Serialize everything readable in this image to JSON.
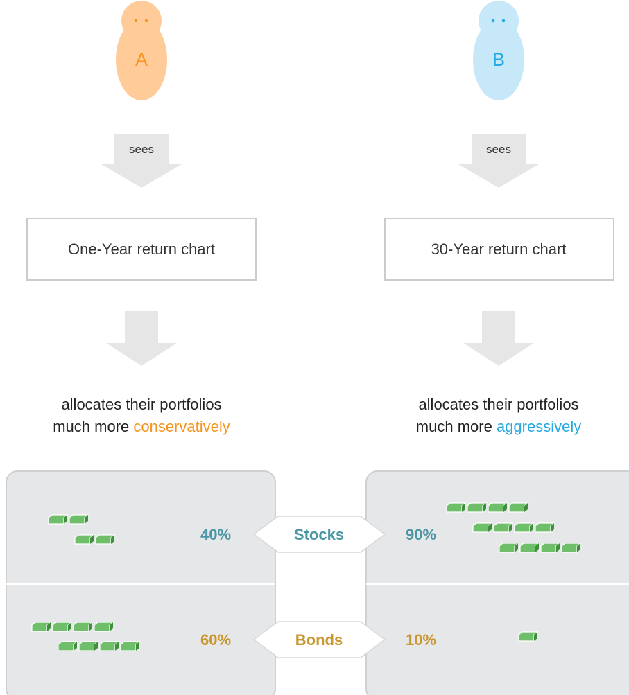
{
  "persons": [
    {
      "letter": "A",
      "color": "#FFCC99",
      "accent": "#F7941D",
      "verb": "sees",
      "chart_label": "One-Year return chart",
      "outcome_line1": "allocates their portfolios",
      "outcome_prefix": "much more ",
      "outcome_keyword": "conservatively",
      "stocks_pct": "40%",
      "bonds_pct": "60%"
    },
    {
      "letter": "B",
      "color": "#C6E8F8",
      "accent": "#27AAE1",
      "verb": "sees",
      "chart_label": "30-Year return chart",
      "outcome_line1": "allocates their portfolios",
      "outcome_prefix": "much more ",
      "outcome_keyword": "aggressively",
      "stocks_pct": "90%",
      "bonds_pct": "10%"
    }
  ],
  "categories": {
    "stocks": "Stocks",
    "bonds": "Bonds"
  },
  "colors": {
    "stocks": "#4A96A4",
    "bonds": "#C9962F",
    "panel": "#E6E7E8",
    "arrow": "#E6E6E6",
    "money": "#6FBF6A"
  },
  "money_icon": "dollar-bill-stack-icon"
}
